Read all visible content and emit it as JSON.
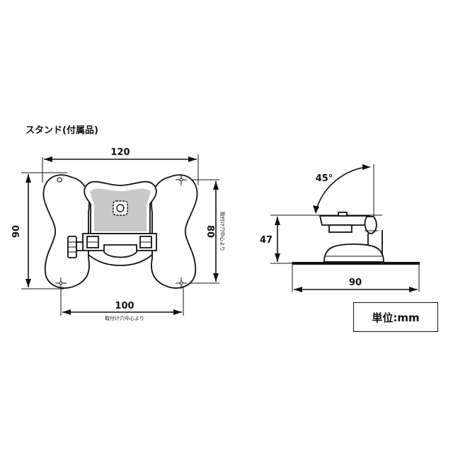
{
  "title": "スタンド(付属品)",
  "unit_label": "単位:mm",
  "front_view": {
    "width_dim": "120",
    "height_dim": "90",
    "hole_height_dim": "80",
    "hole_height_note": "取付け穴中心より",
    "hole_width_dim": "100",
    "hole_width_note": "取付け穴中心より"
  },
  "side_view": {
    "tilt_angle": "45°",
    "height_dim": "47",
    "base_width_dim": "90"
  }
}
